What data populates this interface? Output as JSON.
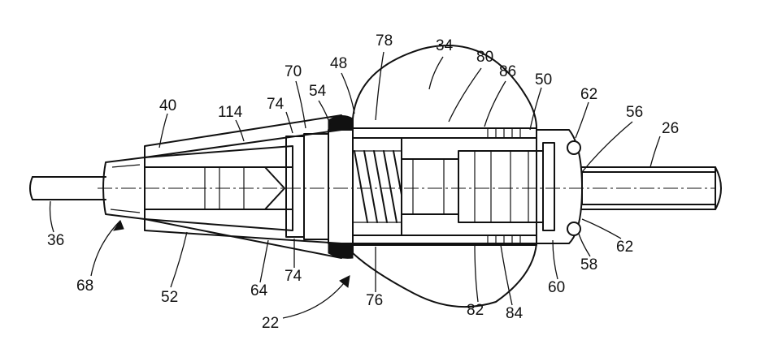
{
  "figure": {
    "labels": [
      {
        "id": "l-34",
        "text": "34"
      },
      {
        "id": "l-80",
        "text": "80"
      },
      {
        "id": "l-86",
        "text": "86"
      },
      {
        "id": "l-78",
        "text": "78"
      },
      {
        "id": "l-48",
        "text": "48"
      },
      {
        "id": "l-70",
        "text": "70"
      },
      {
        "id": "l-54",
        "text": "54"
      },
      {
        "id": "l-50",
        "text": "50"
      },
      {
        "id": "l-62a",
        "text": "62"
      },
      {
        "id": "l-56",
        "text": "56"
      },
      {
        "id": "l-26",
        "text": "26"
      },
      {
        "id": "l-40",
        "text": "40"
      },
      {
        "id": "l-114",
        "text": "114"
      },
      {
        "id": "l-74a",
        "text": "74"
      },
      {
        "id": "l-36",
        "text": "36"
      },
      {
        "id": "l-68",
        "text": "68"
      },
      {
        "id": "l-52",
        "text": "52"
      },
      {
        "id": "l-64",
        "text": "64"
      },
      {
        "id": "l-74b",
        "text": "74"
      },
      {
        "id": "l-22",
        "text": "22"
      },
      {
        "id": "l-76",
        "text": "76"
      },
      {
        "id": "l-82",
        "text": "82"
      },
      {
        "id": "l-84",
        "text": "84"
      },
      {
        "id": "l-60",
        "text": "60"
      },
      {
        "id": "l-58",
        "text": "58"
      },
      {
        "id": "l-62b",
        "text": "62"
      }
    ]
  }
}
